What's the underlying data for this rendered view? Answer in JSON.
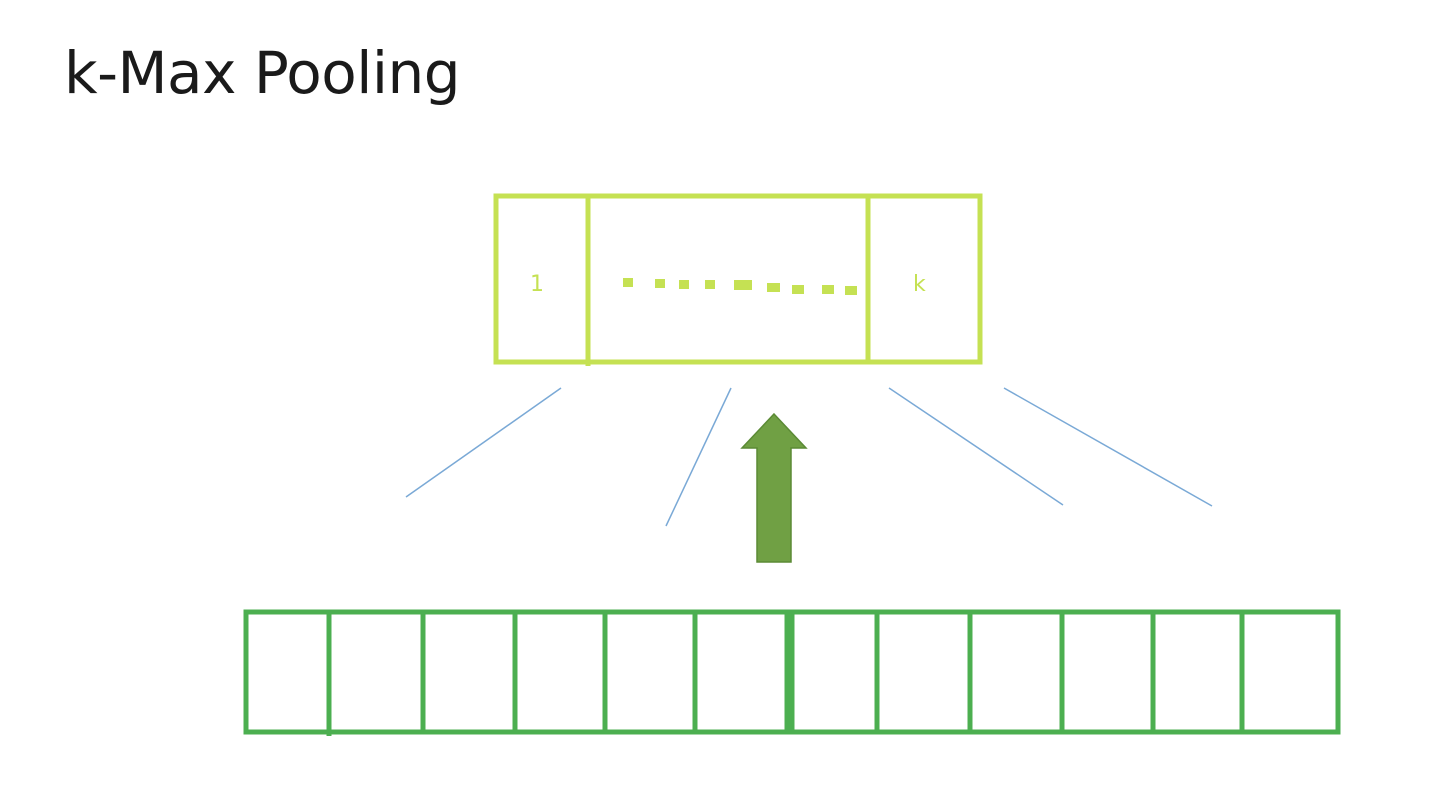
{
  "slide": {
    "title": "k-Max Pooling"
  },
  "pooled_output": {
    "first_label": "1",
    "last_label": "k",
    "middle": "ellipsis"
  },
  "input_sequence": {
    "cell_count": 12
  },
  "arrow": {
    "direction": "up"
  },
  "colors": {
    "pooled_box": "#c5e153",
    "input_box": "#4caf50",
    "connector_lines": "#7aa9d6",
    "arrow_fill": "#70a044",
    "arrow_stroke": "#5b8a35",
    "title_text": "#1a1a1a"
  }
}
